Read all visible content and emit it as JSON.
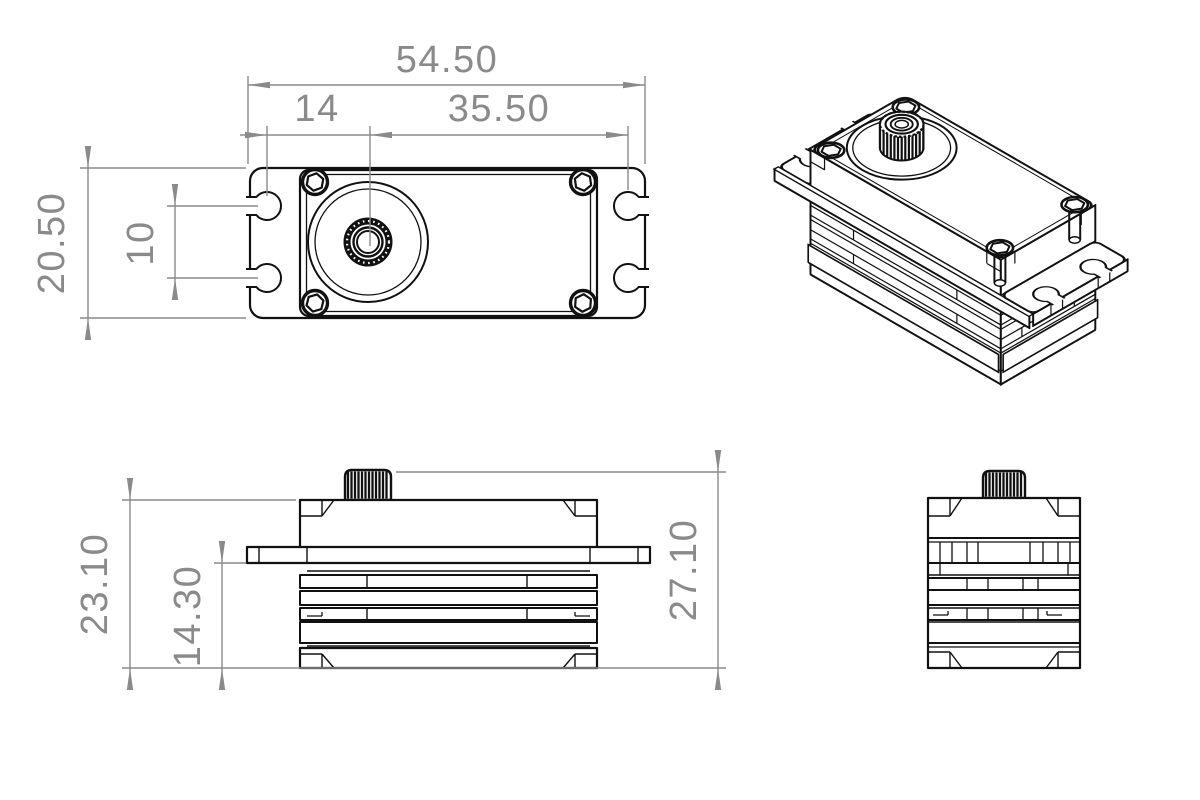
{
  "drawing": {
    "background": "#ffffff",
    "line_color": "#111111",
    "dim_color": "#8a8a8a",
    "top_view": {
      "overall_length": "54.50",
      "shaft_offset_from_mount": "14",
      "shaft_to_far_mount": "35.50",
      "overall_width": "20.50",
      "mount_slot_spacing": "10"
    },
    "front_view": {
      "case_height": "23.10",
      "flange_to_bottom": "14.30",
      "overall_height": "27.10"
    }
  }
}
